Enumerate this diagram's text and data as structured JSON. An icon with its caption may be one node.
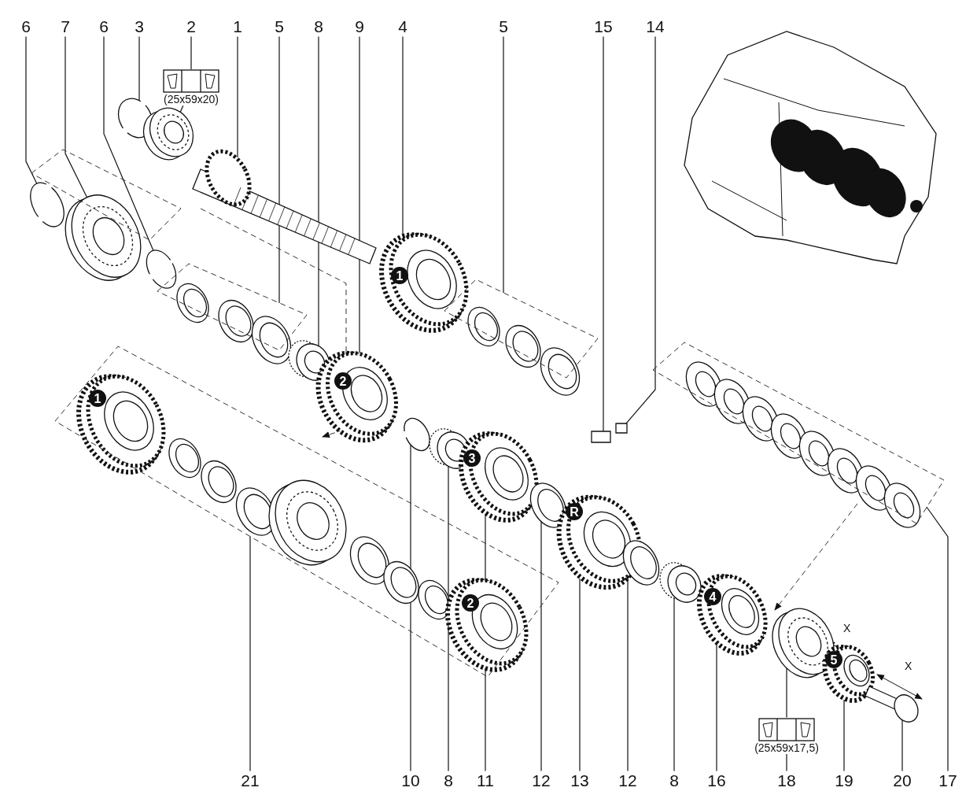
{
  "diagram": {
    "nodes": [
      {
        "text": [
          "6"
        ]
      },
      {
        "text": [
          "7"
        ]
      },
      {
        "text": [
          "6"
        ]
      },
      {
        "text": [
          "3"
        ]
      },
      {
        "text": [
          "2"
        ]
      },
      {
        "text": [
          "1"
        ]
      },
      {
        "text": [
          "5"
        ]
      },
      {
        "text": [
          "8"
        ]
      },
      {
        "text": [
          "9"
        ]
      },
      {
        "text": [
          "4"
        ]
      },
      {
        "text": [
          "5"
        ]
      },
      {
        "text": [
          "15"
        ]
      },
      {
        "text": [
          "14"
        ]
      },
      {
        "text": [
          "(25x59x20)"
        ]
      },
      {
        "text": [
          "1"
        ],
        "in": 45
      },
      {
        "text": [
          "1"
        ],
        "in": 49
      },
      {
        "text": [
          "2"
        ],
        "in": 44
      },
      {
        "text": [
          "3"
        ],
        "in": 52
      },
      {
        "text": [
          "R"
        ],
        "in": 54
      },
      {
        "text": [
          "2"
        ],
        "in": 49
      },
      {
        "text": [
          "4"
        ],
        "in": 57
      },
      {
        "text": [
          "5"
        ],
        "in": 59
      },
      {
        "text": [
          "(25x59x17,5)"
        ]
      },
      {
        "text": [
          "21"
        ]
      },
      {
        "text": [
          "10"
        ]
      },
      {
        "text": [
          "8"
        ]
      },
      {
        "text": [
          "11"
        ]
      },
      {
        "text": [
          "12"
        ]
      },
      {
        "text": [
          "13"
        ]
      },
      {
        "text": [
          "12"
        ]
      },
      {
        "text": [
          "8"
        ]
      },
      {
        "text": [
          "16"
        ]
      },
      {
        "text": [
          "18"
        ]
      },
      {
        "text": [
          "19"
        ]
      },
      {
        "text": [
          "20"
        ]
      },
      {
        "text": [
          "17"
        ]
      },
      {
        "text": [],
        "shape": "circle"
      },
      {
        "text": [],
        "shape": "picture"
      },
      {
        "text": [],
        "shape": "circle"
      },
      {
        "text": [],
        "shape": "circle"
      },
      {
        "text": [],
        "shape": "picture"
      },
      {
        "text": [],
        "shape": "picture"
      },
      {
        "text": [],
        "shape": "box"
      },
      {
        "text": [],
        "shape": "picture"
      },
      {
        "text": [],
        "shape": "picture"
      },
      {
        "text": [],
        "shape": "picture"
      },
      {
        "text": [],
        "shape": "box"
      },
      {
        "text": [],
        "shape": "box"
      },
      {
        "text": [],
        "shape": "box"
      },
      {
        "text": [],
        "shape": "box"
      },
      {
        "text": [],
        "shape": "circle"
      },
      {
        "text": [],
        "shape": "picture"
      },
      {
        "text": [],
        "shape": "picture"
      },
      {
        "text": [],
        "shape": "picture"
      },
      {
        "text": [],
        "shape": "picture"
      },
      {
        "text": [],
        "shape": "picture"
      },
      {
        "text": [],
        "shape": "picture"
      },
      {
        "text": [],
        "shape": "picture"
      },
      {
        "text": [],
        "shape": "picture"
      },
      {
        "text": [],
        "shape": "picture"
      },
      {
        "text": [],
        "shape": "picture"
      },
      {
        "text": [],
        "shape": "box"
      }
    ],
    "edges": [
      {
        "from": 0,
        "to": 36,
        "arrow": "none"
      },
      {
        "from": 1,
        "to": 37,
        "arrow": "none"
      },
      {
        "from": 2,
        "to": 38,
        "arrow": "none"
      },
      {
        "from": 3,
        "to": 39,
        "arrow": "none"
      },
      {
        "from": 4,
        "to": 13,
        "arrow": "none"
      },
      {
        "from": 13,
        "to": 40,
        "arrow": "none"
      },
      {
        "from": 5,
        "to": 41,
        "arrow": "none"
      },
      {
        "from": 6,
        "to": 42,
        "arrow": "none"
      },
      {
        "from": 7,
        "to": 43,
        "arrow": "none"
      },
      {
        "from": 8,
        "to": 44,
        "arrow": "none"
      },
      {
        "from": 9,
        "to": 45,
        "arrow": "none"
      },
      {
        "from": 10,
        "to": 46,
        "arrow": "none"
      },
      {
        "from": 11,
        "to": 47,
        "arrow": "none"
      },
      {
        "from": 12,
        "to": 48,
        "arrow": "none"
      },
      {
        "from": 23,
        "to": 49,
        "arrow": "none"
      },
      {
        "from": 24,
        "to": 50,
        "arrow": "none"
      },
      {
        "from": 25,
        "to": 51,
        "arrow": "none"
      },
      {
        "from": 26,
        "to": 52,
        "arrow": "none"
      },
      {
        "from": 27,
        "to": 53,
        "arrow": "none"
      },
      {
        "from": 28,
        "to": 54,
        "arrow": "none"
      },
      {
        "from": 29,
        "to": 55,
        "arrow": "none"
      },
      {
        "from": 30,
        "to": 56,
        "arrow": "none"
      },
      {
        "from": 31,
        "to": 57,
        "arrow": "none"
      },
      {
        "from": 32,
        "to": 22,
        "arrow": "none"
      },
      {
        "from": 22,
        "to": 58,
        "arrow": "none"
      },
      {
        "from": 33,
        "to": 59,
        "arrow": "none"
      },
      {
        "from": 34,
        "to": 60,
        "arrow": "none"
      },
      {
        "from": 35,
        "to": 61,
        "arrow": "none"
      }
    ],
    "labels": [
      "X",
      "X"
    ]
  }
}
